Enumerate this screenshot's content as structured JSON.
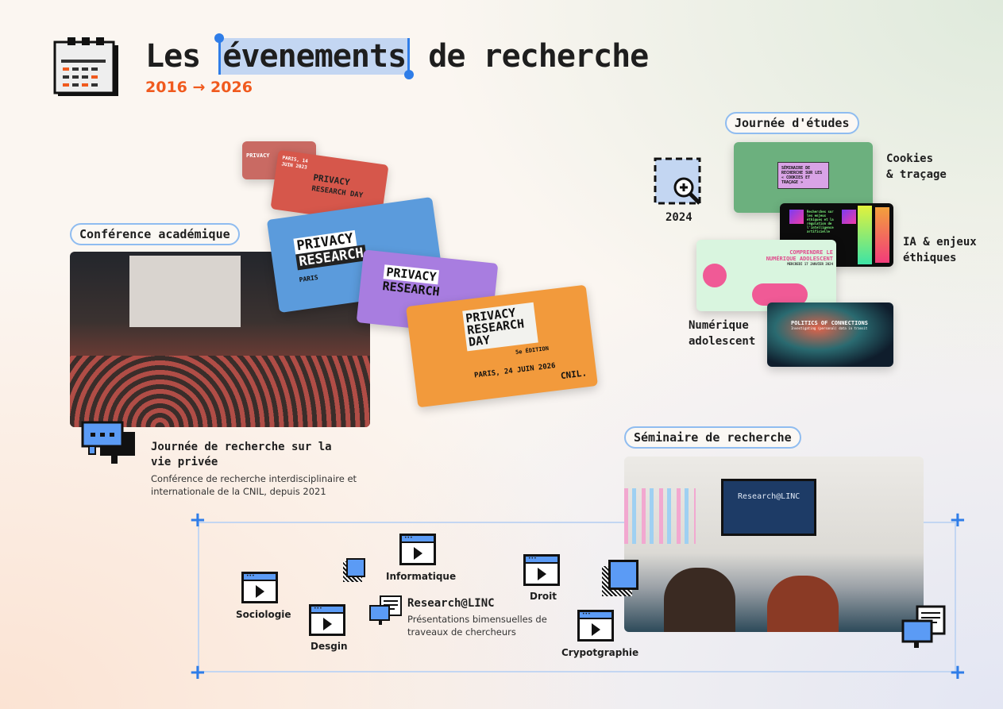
{
  "header": {
    "title_pre": "Les",
    "title_highlight": "évenements",
    "title_post": "de recherche",
    "years": "2016 → 2026",
    "icon": "calendar-icon"
  },
  "conference": {
    "tag": "Conférence académique",
    "title": "Journée de recherche sur la vie privée",
    "description": "Conférence de recherche interdisciplinaire et internationale de la CNIL, depuis 2021",
    "icon": "chat-bubbles-icon",
    "cards": [
      {
        "line1": "PRIVACY",
        "line2": "RESEARCH DAY",
        "date": "PARIS, 14 JUIN 2023",
        "color": "#d6574b"
      },
      {
        "line1": "PRIVACY",
        "line2": "RESEARCH",
        "date": "PARIS",
        "color": "#5b9bdc"
      },
      {
        "line1": "PRIVACY",
        "line2": "RESEARCH",
        "date": "",
        "color": "#a87de0"
      },
      {
        "line1": "PRIVACY RESEARCH DAY",
        "line2": "5e ÉDITION",
        "date": "PARIS, 24 JUIN 2026",
        "color": "#f29a3c",
        "brand": "CNIL."
      }
    ]
  },
  "study_days": {
    "tag": "Journée d'études",
    "year": "2024",
    "icon": "zoom-in-icon",
    "items": [
      {
        "label": "Cookies\n& traçage",
        "card_text": "SÉMINAIRE DE RECHERCHE SUR LES « COOKIES ET TRAÇAGE »"
      },
      {
        "label": "IA & enjeux\néthiques",
        "card_text": "Recherches sur les enjeux éthiques et la régulation de l'intelligence artificielle"
      },
      {
        "label": "Numérique\nadolescent",
        "card_text": "COMPRENDRE LE NUMÉRIQUE ADOLESCENT",
        "card_date": "MERCREDI 17 JANVIER 2024"
      },
      {
        "label": "",
        "card_text": "POLITICS OF CONNECTIONS",
        "card_sub": "Investigating (personal) data in transit"
      }
    ]
  },
  "seminar": {
    "tag": "Séminaire de recherche",
    "screen_text": "Research@LINC",
    "title": "Research@LINC",
    "description": "Présentations bimensuelles de traveaux  de chercheurs",
    "topics": [
      "Sociologie",
      "Desgin",
      "Informatique",
      "Droit",
      "Crypotgraphie"
    ]
  }
}
